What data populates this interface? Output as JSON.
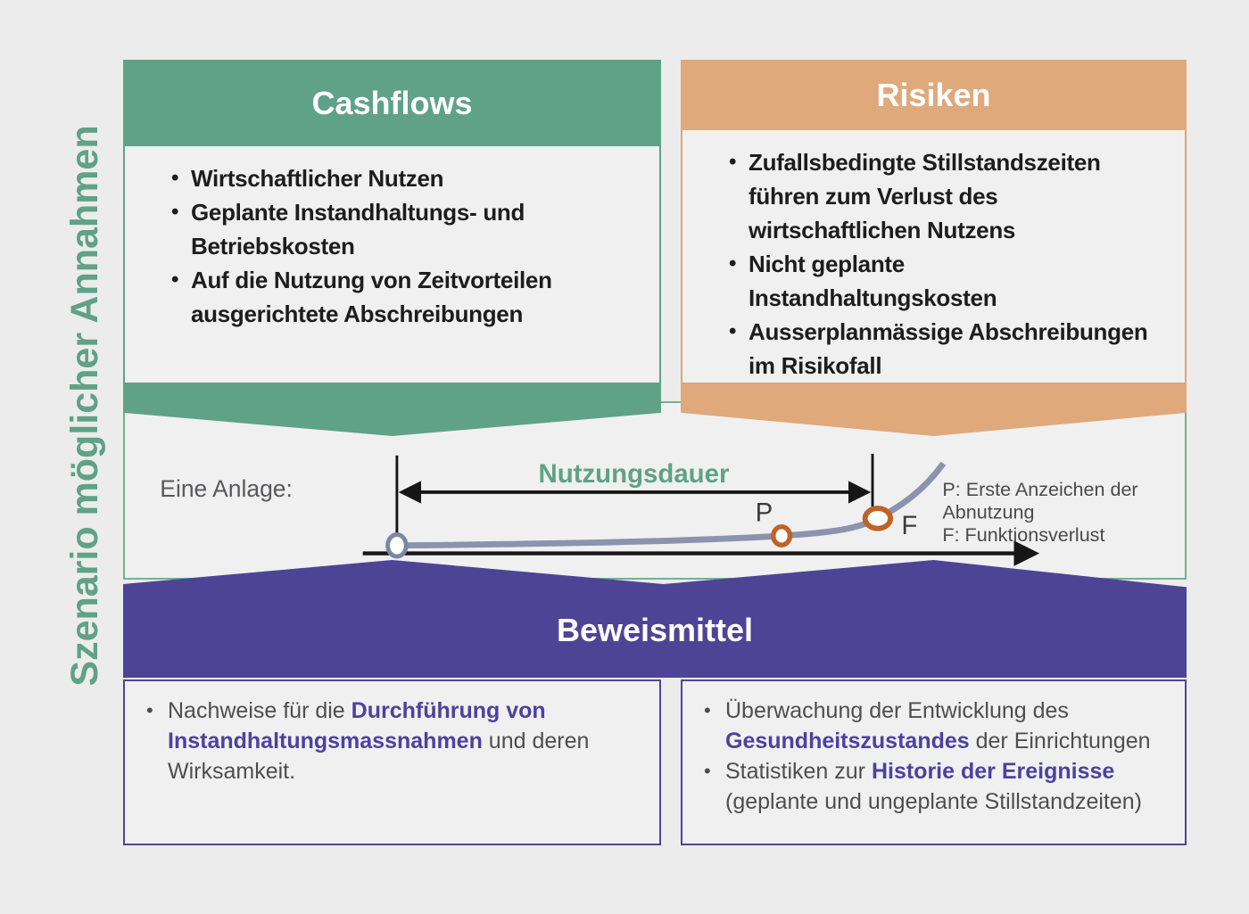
{
  "side_title": "Szenario möglicher Annahmen",
  "colors": {
    "background": "#ececec",
    "panel": "#f0f0f0",
    "green": "#5fa287",
    "orange": "#e0a97b",
    "purple": "#4e4496",
    "accent_text": "#4c429e",
    "curve": "#8b93ae",
    "point_ring_orange": "#c06226",
    "point_ring_gray": "#7c87a6"
  },
  "cashflows": {
    "title": "Cashflows",
    "bullets": [
      "Wirtschaftlicher Nutzen",
      "Geplante Instandhaltungs- und\nBetriebskosten",
      "Auf die Nutzung von Zeitvorteilen\nausgerichtete Abschreibungen"
    ]
  },
  "risiken": {
    "title": "Risiken",
    "bullets": [
      "Zufallsbedingte Stillstandszeiten\nführen zum Verlust des\nwirtschaftlichen Nutzens",
      "Nicht geplante\nInstandhaltungskosten",
      "Ausserplanmässige Abschreibungen\nim Risikofall"
    ]
  },
  "diagram": {
    "asset_label": "Eine Anlage:",
    "span_label": "Nutzungsdauer",
    "p_label": "P",
    "f_label": "F",
    "legend": [
      "P: Erste Anzeichen der",
      "Abnutzung",
      "F: Funktionsverlust"
    ]
  },
  "beweismittel": {
    "title": "Beweismittel",
    "left_bullets": [
      {
        "segments": [
          {
            "text": "Nachweise für die "
          },
          {
            "text": "Durchführung von Instandhaltungsmassnahmen",
            "bold": true
          },
          {
            "text": " und deren Wirksamkeit."
          }
        ]
      }
    ],
    "right_bullets": [
      {
        "segments": [
          {
            "text": "Überwachung der Entwicklung des "
          },
          {
            "text": "Gesundheitszustandes",
            "bold": true
          },
          {
            "text": " der Einrichtungen"
          }
        ]
      },
      {
        "segments": [
          {
            "text": "Statistiken zur "
          },
          {
            "text": "Historie der Ereignisse",
            "bold": true
          },
          {
            "text": " (geplante und ungeplante Stillstandzeiten)"
          }
        ]
      }
    ]
  }
}
